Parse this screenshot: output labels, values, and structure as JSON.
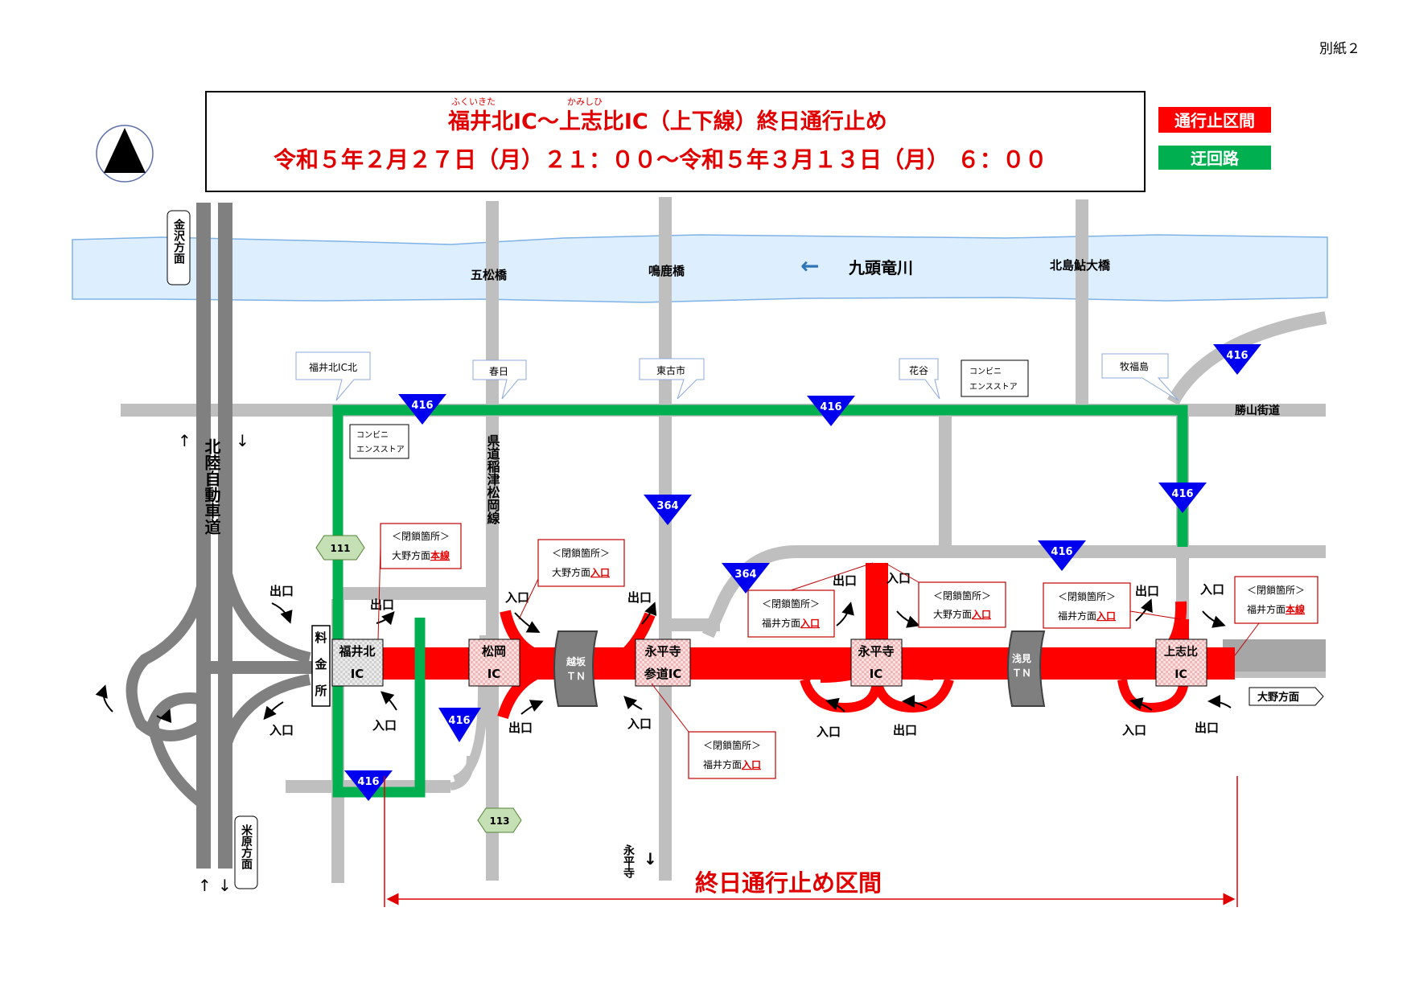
{
  "doc_label": "別紙２",
  "title": {
    "line1_parts": [
      "福井北",
      "IC〜",
      "上志比",
      "IC（上下線）終日通行止め"
    ],
    "ruby1": "ふくいきた",
    "ruby2": "かみしひ",
    "line2": "令和５年２月２７日（月）２１：００〜令和５年３月１３日（月） ６：００"
  },
  "legend": {
    "closed": "通行止区間",
    "detour": "迂回路"
  },
  "colors": {
    "closed": "#ff0000",
    "detour": "#00b050",
    "road": "#bfbfbf",
    "expressway": "#808080",
    "river": "#ddeeff",
    "route_sign": "#0000ee",
    "prefectural": "#c5e0b4"
  },
  "river": {
    "name": "九頭竜川",
    "arrow": "←"
  },
  "bridges": [
    "五松橋",
    "鳴鹿橋",
    "北島鮎大橋"
  ],
  "road_labels": {
    "katsuyama": "勝山街道",
    "prefectural_road": "県道稲津松岡線",
    "expressway": "北陸自動車道",
    "kanazawa": "金沢方面",
    "maibara": "米原方面",
    "ono": "大野方面",
    "eiheiji_south": "永平寺",
    "down_arrow": "↓",
    "up_arrow": "↑"
  },
  "place_callouts": [
    "福井北IC北",
    "春日",
    "東古市",
    "花谷",
    "牧福島"
  ],
  "stores": [
    "コンビニ",
    "エンスストア"
  ],
  "route_numbers": {
    "r416": "416",
    "r364": "364",
    "r111": "111",
    "r113": "113"
  },
  "interchanges": {
    "fukui_kita": [
      "福井北",
      "IC"
    ],
    "matsuoka": [
      "松岡",
      "IC"
    ],
    "eiheiji_sando": [
      "永平寺",
      "参道IC"
    ],
    "eiheiji": [
      "永平寺",
      "IC"
    ],
    "kamishihi": [
      "上志比",
      "IC"
    ]
  },
  "tollgate": [
    "料",
    "金",
    "所"
  ],
  "tunnels": {
    "echizen": [
      "越坂",
      "ＴＮ"
    ],
    "asami": [
      "浅見",
      "ＴＮ"
    ]
  },
  "ramps": {
    "exit": "出口",
    "entrance": "入口"
  },
  "closure_boxes": [
    {
      "header": "＜閉鎖箇所＞",
      "prefix": "大野方面",
      "highlight": "本線"
    },
    {
      "header": "＜閉鎖箇所＞",
      "prefix": "大野方面",
      "highlight": "入口"
    },
    {
      "header": "＜閉鎖箇所＞",
      "prefix": "福井方面",
      "highlight": "入口"
    },
    {
      "header": "＜閉鎖箇所＞",
      "prefix": "大野方面",
      "highlight": "入口"
    },
    {
      "header": "＜閉鎖箇所＞",
      "prefix": "福井方面",
      "highlight": "入口"
    },
    {
      "header": "＜閉鎖箇所＞",
      "prefix": "福井方面",
      "highlight": "本線"
    },
    {
      "header": "＜閉鎖箇所＞",
      "prefix": "福井方面",
      "highlight": "入口"
    }
  ],
  "closure_section_label": "終日通行止め区間"
}
